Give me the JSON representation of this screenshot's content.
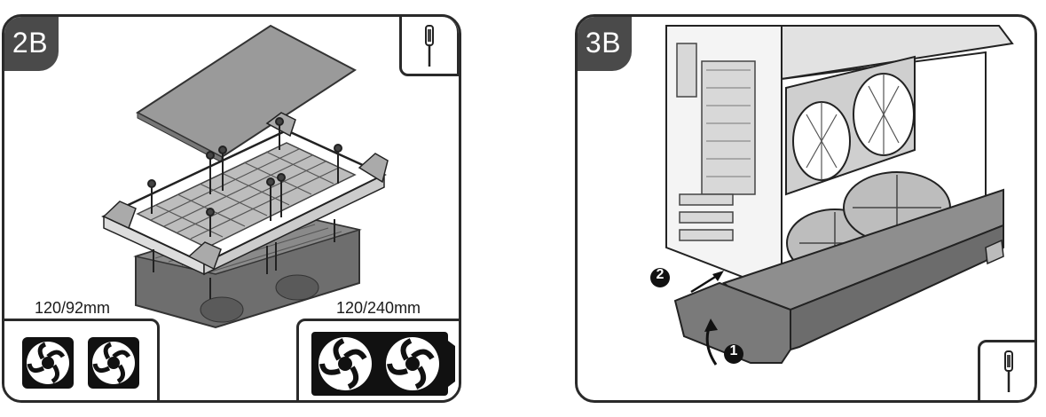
{
  "panels": {
    "left": {
      "step": "2B",
      "label_small": "120/92mm",
      "label_large": "120/240mm"
    },
    "right": {
      "step": "3B",
      "callout_1": "1",
      "callout_2": "2"
    }
  },
  "icons": [
    "screwdriver-icon",
    "fan-icon"
  ]
}
